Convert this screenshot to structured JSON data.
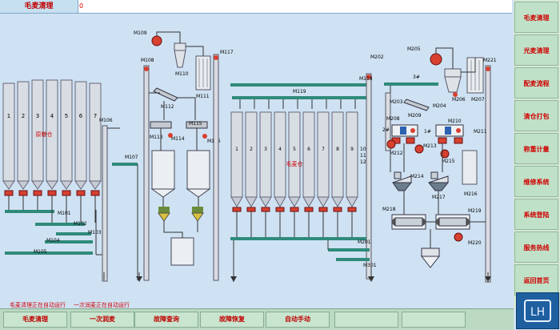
{
  "header": {
    "title": "毛麦清理",
    "status_field": "0"
  },
  "sidebar": {
    "buttons": [
      "毛麦清理",
      "光麦清理",
      "配麦流程",
      "清仓打包",
      "称重计量",
      "维修系统",
      "系统登陆",
      "服务热线",
      "返回首页"
    ]
  },
  "bottom": {
    "buttons": [
      "毛麦清理",
      "一次润麦",
      "故障查询",
      "故障恢复",
      "自动手动",
      "",
      ""
    ]
  },
  "messages": [
    "毛麦清理正在自动运行",
    "一次润麦正在自动运行"
  ],
  "bins": {
    "left_group_label": "原粮仓",
    "left_numbers": [
      "1",
      "2",
      "3",
      "4",
      "5",
      "6",
      "7"
    ],
    "middle_group_label": "毛麦仓",
    "middle_numbers": [
      "1",
      "2",
      "3",
      "4",
      "5",
      "6",
      "7",
      "8",
      "9",
      "10",
      "11",
      "12"
    ]
  },
  "equipment": {
    "M109": "M109",
    "M110": "M110",
    "M111": "M111",
    "M117": "M117",
    "M118": "M118",
    "M106": "M106",
    "M107": "M107",
    "M108": "M108",
    "M112": "M112",
    "M113": "M113",
    "M114": "M114",
    "M115": "M115",
    "M116": "M116",
    "M119": "M119",
    "M101": "M101",
    "M102": "M102",
    "M103": "M103",
    "M104": "M104",
    "M105": "M105",
    "M202": "M202",
    "M205": "M205",
    "M206": "M206",
    "M207": "M207",
    "M221": "M221",
    "M203": "M203",
    "M204": "M204",
    "M208": "M208",
    "M209": "M209",
    "M210": "M210",
    "M211": "M211",
    "M212": "M212",
    "M213": "M213",
    "M214": "M214",
    "M215": "M215",
    "M216": "M216",
    "M217": "M217",
    "M218": "M218",
    "M219": "M219",
    "M220": "M220",
    "M201": "M201",
    "M301": "M301",
    "L1": "1#",
    "L2": "2#",
    "L3": "3#"
  },
  "logo_text": "LH"
}
